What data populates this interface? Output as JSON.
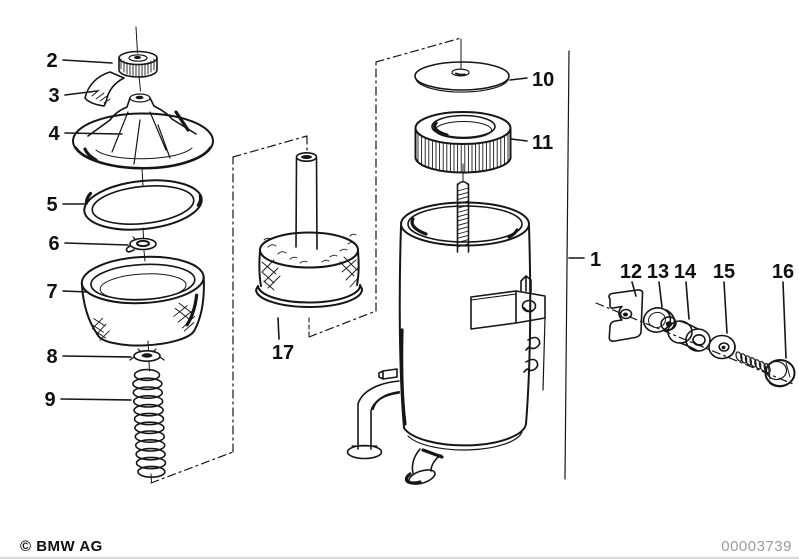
{
  "footer": {
    "copyright": "© BMW AG",
    "image_number": "00003739"
  },
  "diagram": {
    "callouts": [
      "1",
      "2",
      "3",
      "4",
      "5",
      "6",
      "7",
      "8",
      "9",
      "10",
      "11",
      "12",
      "13",
      "14",
      "15",
      "16",
      "17"
    ]
  }
}
